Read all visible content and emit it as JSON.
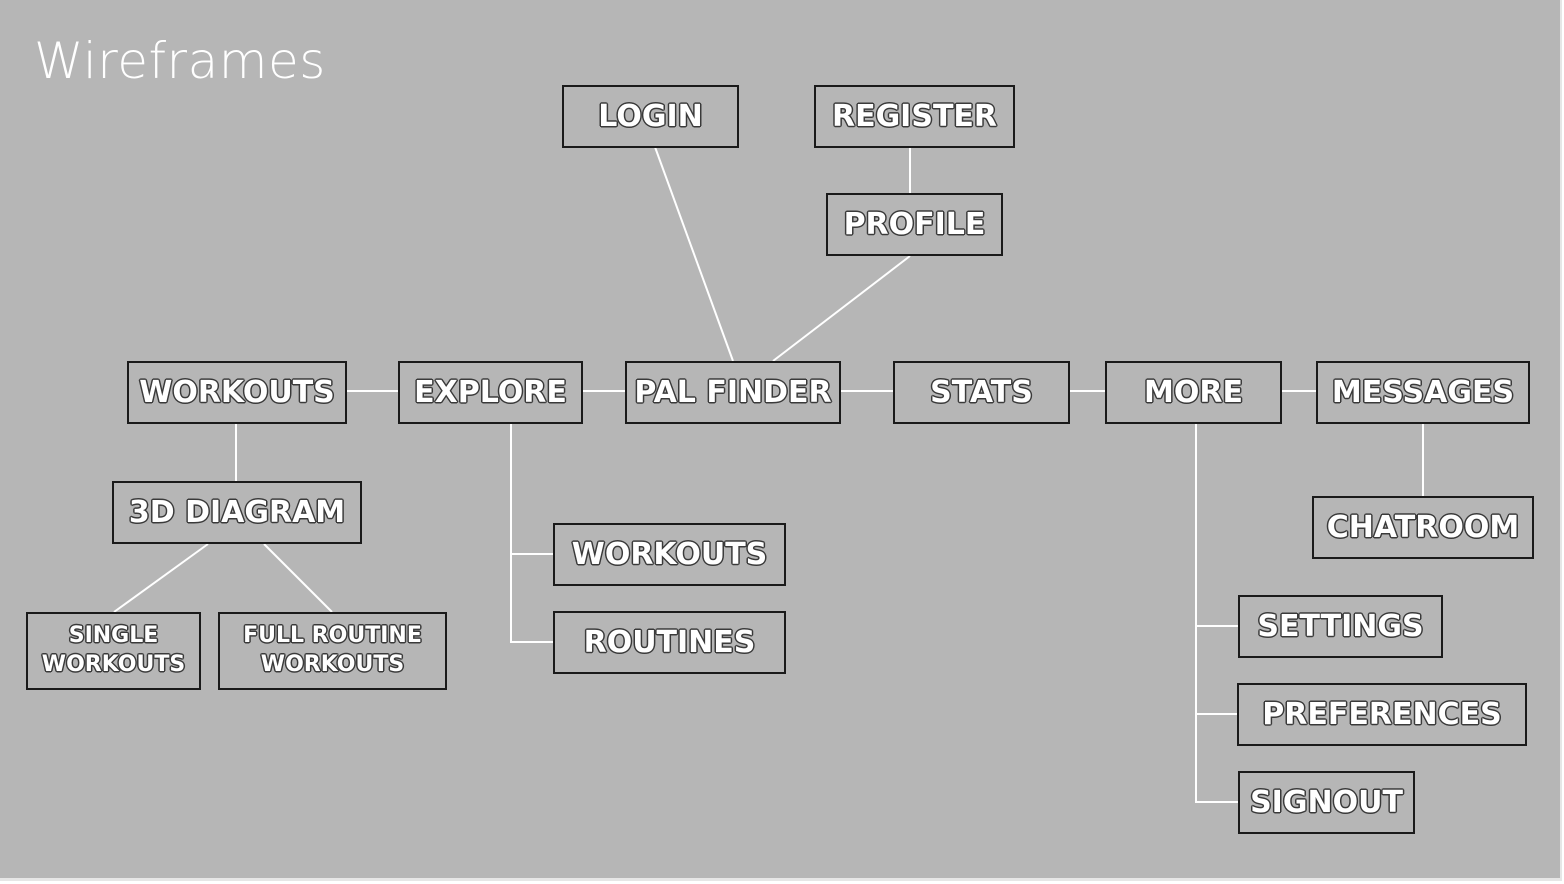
{
  "title": "Wireframes",
  "colors": {
    "background": "#b6b6b6",
    "box_border": "#1a1a1a",
    "text": "#ffffff",
    "connector": "#ffffff"
  },
  "nodes": {
    "login": "LOGIN",
    "register": "REGISTER",
    "profile": "PROFILE",
    "workouts": "WORKOUTS",
    "explore": "EXPLORE",
    "pal_finder": "PAL FINDER",
    "stats": "STATS",
    "more": "MORE",
    "messages": "MESSAGES",
    "diagram_3d": "3D DIAGRAM",
    "single_workouts": [
      "SINGLE",
      "WORKOUTS"
    ],
    "full_routine_workouts": [
      "FULL ROUTINE",
      "WORKOUTS"
    ],
    "explore_workouts": "WORKOUTS",
    "explore_routines": "ROUTINES",
    "chatroom": "CHATROOM",
    "settings": "SETTINGS",
    "preferences": "PREFERENCES",
    "signout": "SIGNOUT"
  },
  "edges": [
    [
      "login",
      "pal_finder"
    ],
    [
      "register",
      "profile"
    ],
    [
      "profile",
      "pal_finder"
    ],
    [
      "workouts",
      "explore"
    ],
    [
      "explore",
      "pal_finder"
    ],
    [
      "pal_finder",
      "stats"
    ],
    [
      "stats",
      "more"
    ],
    [
      "more",
      "messages"
    ],
    [
      "workouts",
      "diagram_3d"
    ],
    [
      "diagram_3d",
      "single_workouts"
    ],
    [
      "diagram_3d",
      "full_routine_workouts"
    ],
    [
      "explore",
      "explore_workouts"
    ],
    [
      "explore",
      "explore_routines"
    ],
    [
      "messages",
      "chatroom"
    ],
    [
      "more",
      "settings"
    ],
    [
      "more",
      "preferences"
    ],
    [
      "more",
      "signout"
    ]
  ]
}
